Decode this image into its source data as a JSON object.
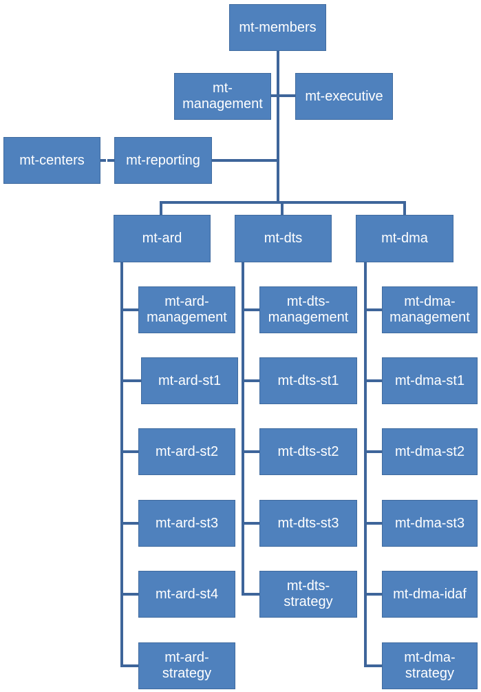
{
  "colors": {
    "node_fill": "#4f81bd",
    "node_border": "#3f6a9e",
    "connector": "#3e659a",
    "node_text": "#ffffff"
  },
  "nodes": {
    "members": "mt-members",
    "management": "mt-\nmanagement",
    "executive": "mt-executive",
    "centers": "mt-centers",
    "reporting": "mt-reporting",
    "ard": "mt-ard",
    "dts": "mt-dts",
    "dma": "mt-dma",
    "ard_children": [
      "mt-ard-\nmanagement",
      "mt-ard-st1",
      "mt-ard-st2",
      "mt-ard-st3",
      "mt-ard-st4",
      "mt-ard-\nstrategy"
    ],
    "dts_children": [
      "mt-dts-\nmanagement",
      "mt-dts-st1",
      "mt-dts-st2",
      "mt-dts-st3",
      "mt-dts-\nstrategy"
    ],
    "dma_children": [
      "mt-dma-\nmanagement",
      "mt-dma-st1",
      "mt-dma-st2",
      "mt-dma-st3",
      "mt-dma-idaf",
      "mt-dma-\nstrategy"
    ]
  }
}
